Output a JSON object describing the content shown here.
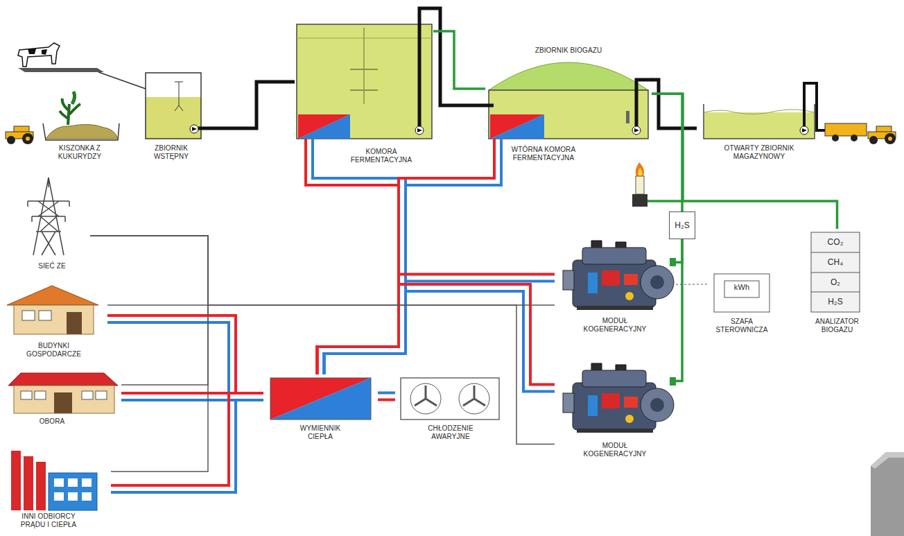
{
  "diagram": {
    "nodes": [
      {
        "text": [
          "KISZONKA Z KUKURYDZY"
        ]
      },
      {
        "text": [
          "ZBIORNIK WSTĘPNY"
        ]
      },
      {
        "text": [
          "KOMORA FERMENTACYJNA"
        ]
      },
      {
        "text": [
          "ZBIORNIK BIOGAZU",
          "WTÓRNA KOMORA FERMENTACYJNA"
        ]
      },
      {
        "text": [
          "OTWARTY ZBIORNIK MAGAZYNOWY"
        ]
      },
      {
        "text": [
          "SIEĆ ZE"
        ]
      },
      {
        "text": [
          "BUDYNKI GOSPODARCZE"
        ]
      },
      {
        "text": [
          "OBORA"
        ]
      },
      {
        "text": [
          "INNI ODBIORCY PRĄDU I CIEPŁA"
        ]
      },
      {
        "text": [
          "WYMIENNIK CIEPŁA"
        ]
      },
      {
        "text": [
          "CHŁODZENIE AWARYJNE"
        ]
      },
      {
        "text": [
          "H₂S"
        ]
      },
      {
        "text": [
          "MODUŁ KOGENERACYJNY"
        ]
      },
      {
        "text": [
          "MODUŁ KOGENERACYJNY"
        ]
      },
      {
        "text": [
          "kWh",
          "SZAFA STEROWNICZA"
        ]
      },
      {
        "text": [
          "CO₂",
          "CH₄",
          "O₂",
          "H₂S",
          "ANALIZATOR BIOGAZU"
        ]
      }
    ],
    "edges": [
      {
        "from": 1,
        "to": 2,
        "arrow": "none"
      },
      {
        "from": 2,
        "to": 3,
        "arrow": "none"
      },
      {
        "from": 3,
        "to": 4,
        "arrow": "none"
      },
      {
        "from": 2,
        "to": 3,
        "arrow": "none"
      },
      {
        "from": 3,
        "to": 11,
        "arrow": "none"
      },
      {
        "from": 11,
        "to": 12,
        "arrow": "none"
      },
      {
        "from": 11,
        "to": 13,
        "arrow": "none"
      },
      {
        "from": 3,
        "to": 15,
        "arrow": "none"
      },
      {
        "from": 2,
        "to": 9,
        "arrow": "none"
      },
      {
        "from": 3,
        "to": 9,
        "arrow": "none"
      },
      {
        "from": 12,
        "to": 9,
        "arrow": "none"
      },
      {
        "from": 13,
        "to": 9,
        "arrow": "none"
      },
      {
        "from": 9,
        "to": 10,
        "arrow": "none"
      },
      {
        "from": 9,
        "to": 6,
        "arrow": "none"
      },
      {
        "from": 9,
        "to": 7,
        "arrow": "none"
      },
      {
        "from": 9,
        "to": 8,
        "arrow": "none"
      },
      {
        "from": 12,
        "to": 5,
        "arrow": "none"
      },
      {
        "from": 13,
        "to": 5,
        "arrow": "none"
      },
      {
        "from": 5,
        "to": 6,
        "arrow": "none"
      },
      {
        "from": 5,
        "to": 7,
        "arrow": "none"
      },
      {
        "from": 5,
        "to": 8,
        "arrow": "none"
      },
      {
        "from": 12,
        "to": 14,
        "arrow": "none"
      }
    ]
  }
}
